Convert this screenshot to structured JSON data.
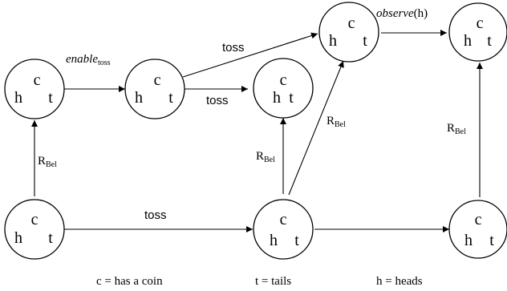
{
  "node_letters": {
    "c": "c",
    "h": "h",
    "t": "t"
  },
  "edge_labels": {
    "toss": "toss",
    "enable": "enable",
    "enable_sub": "toss",
    "observe": "observe",
    "observe_arg": "(h)",
    "r": "R",
    "r_sub": "Bel"
  },
  "legend": {
    "coin": "c = has a coin",
    "tails": "t = tails",
    "heads": "h = heads"
  }
}
